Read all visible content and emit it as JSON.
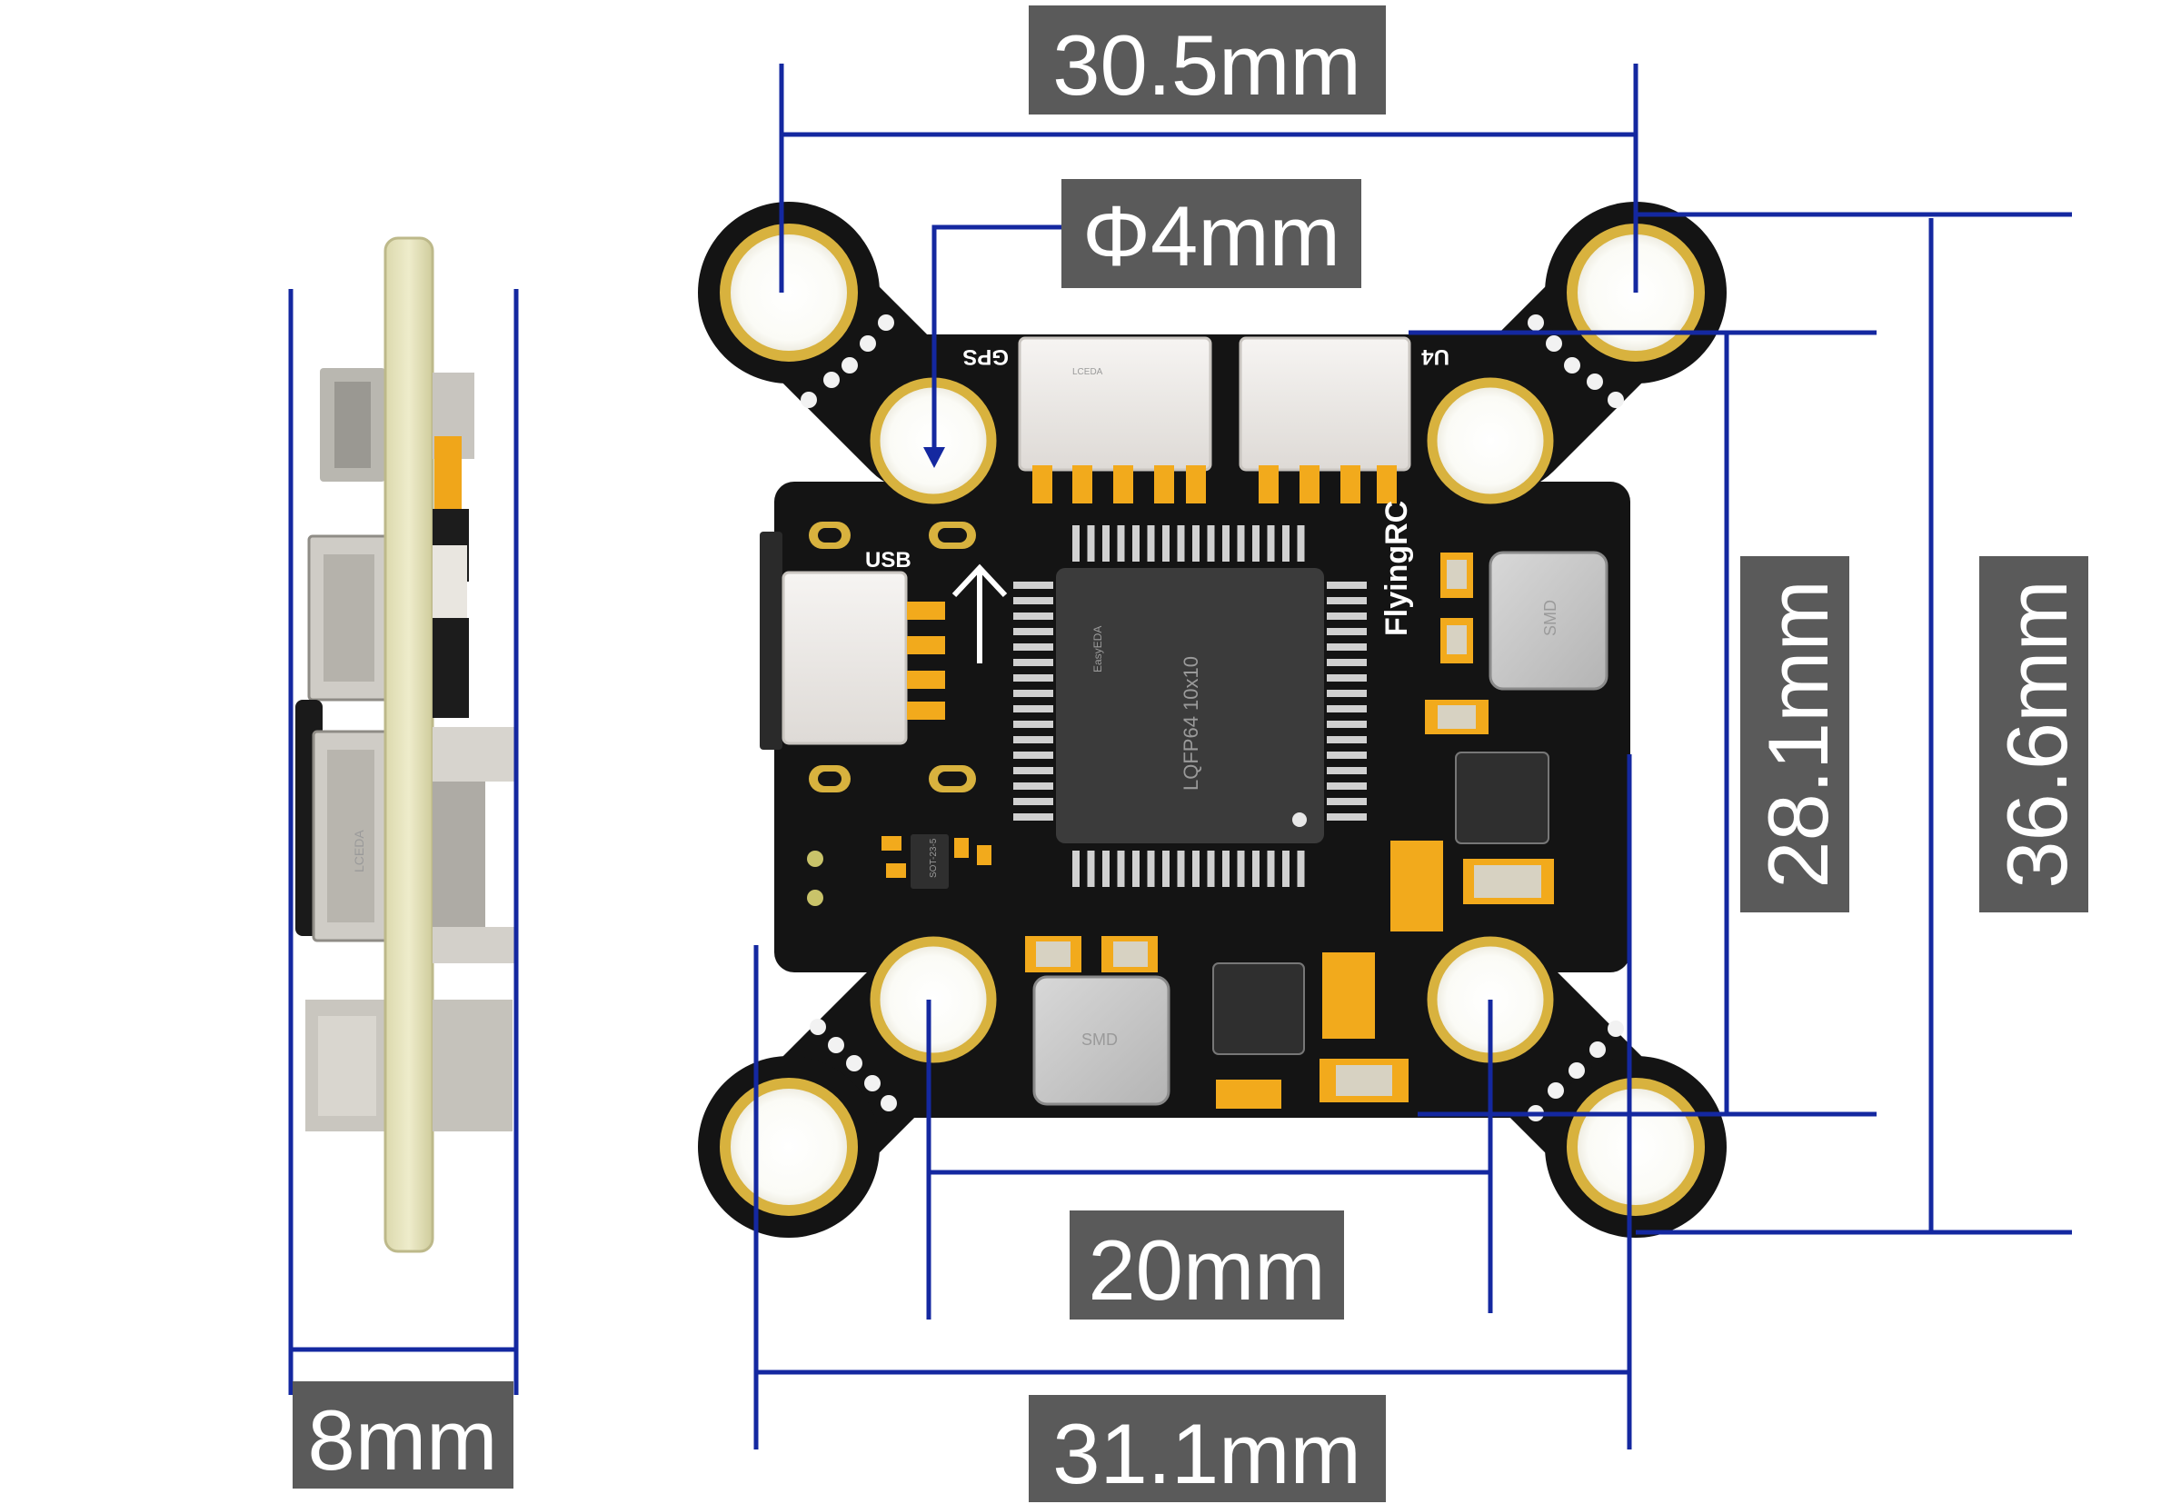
{
  "dimensions": {
    "mount_spacing_outer": "30.5mm",
    "hole_diameter": "Φ4mm",
    "mount_spacing_inner": "20mm",
    "board_width": "31.1mm",
    "board_height_inner": "28.1mm",
    "board_height_outer": "36.6mm",
    "board_thickness": "8mm"
  },
  "silkscreen": {
    "gps": "GPS",
    "u4": "U4",
    "usb": "USB",
    "brand": "FlyingRC",
    "mcu": "LQFP64 10x10",
    "inductor1": "SMD",
    "inductor2": "SMD",
    "regulator": "SOT-23-5",
    "logo_line1": "LCEDA",
    "logo_line2": "EasyEDA",
    "side_logo": "LCEDA"
  },
  "colors": {
    "dimension_line": "#1428a0",
    "label_background": "#5a5a5a",
    "pcb": "#141414",
    "pad_gold": "#d8b23e",
    "component_orange": "#f2aa1c"
  }
}
